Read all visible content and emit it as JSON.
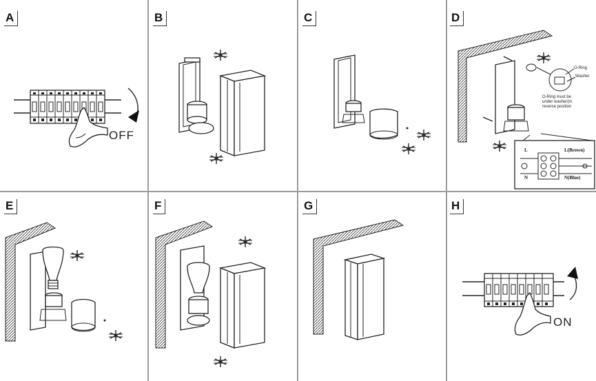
{
  "panels": [
    {
      "id": "A",
      "label": "A",
      "caption": "OFF"
    },
    {
      "id": "B",
      "label": "B"
    },
    {
      "id": "C",
      "label": "C"
    },
    {
      "id": "D",
      "label": "D",
      "callout": {
        "oring_label": "O-Ring",
        "washer_label": "Washer",
        "note_line1": "O-Ring must be",
        "note_line2": "under washer(in",
        "note_line3": "reverse position"
      },
      "wiring": {
        "l_left": "L",
        "l_right": "L(Brown)",
        "n_left": "N",
        "n_right": "N(Blue)"
      }
    },
    {
      "id": "E",
      "label": "E"
    },
    {
      "id": "F",
      "label": "F"
    },
    {
      "id": "G",
      "label": "G"
    },
    {
      "id": "H",
      "label": "H",
      "caption": "ON"
    }
  ],
  "icons": {
    "switch_off": "hand-switch-off-icon",
    "switch_on": "hand-switch-on-icon",
    "screw": "screw-icon",
    "lamp": "wall-lamp-icon"
  }
}
